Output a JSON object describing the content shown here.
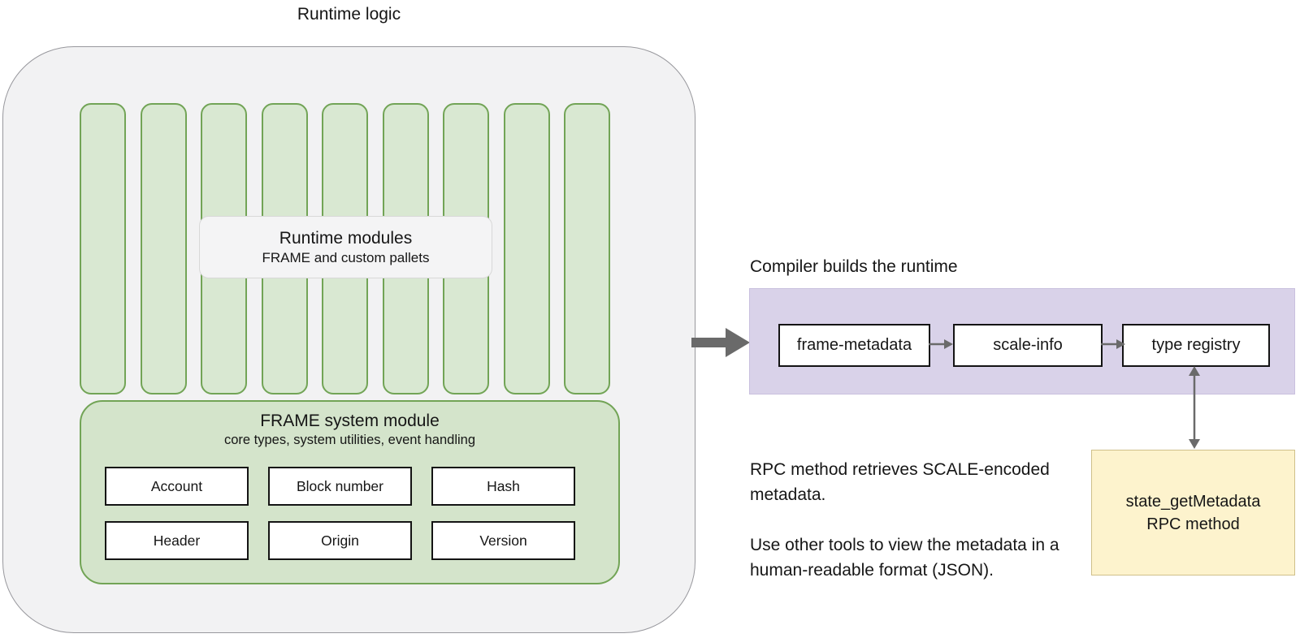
{
  "title": "Runtime logic",
  "left_panel": {
    "pallet_count": 9,
    "runtime_modules_label": {
      "title": "Runtime modules",
      "subtitle": "FRAME and custom pallets"
    },
    "frame_system_module": {
      "title": "FRAME system module",
      "subtitle": "core types, system utilities, event handling",
      "chips": [
        "Account",
        "Block number",
        "Hash",
        "Header",
        "Origin",
        "Version"
      ]
    }
  },
  "right_panel": {
    "compiler_label": "Compiler builds the runtime",
    "pipeline": [
      "frame-metadata",
      "scale-info",
      "type registry"
    ],
    "rpc_box": {
      "title": "state_getMetadata",
      "subtitle": "RPC method"
    },
    "notes": [
      "RPC method retrieves SCALE-encoded metadata.",
      "Use other tools to view the metadata in a human-readable format (JSON)."
    ]
  },
  "icons": {
    "flow_arrow": "right-arrow",
    "pipeline_arrow": "right-arrow",
    "rpc_link_arrow": "up-down-arrow"
  },
  "colors": {
    "green_fill": "#d9e8d2",
    "green_fill_deep": "#d4e4cb",
    "green_border": "#72a456",
    "gray_panel_fill": "#f2f2f3",
    "gray_panel_border": "#98989d",
    "label_fill": "#f4f4f5",
    "label_border": "#d8d8d8",
    "purple_fill": "#d9d2e9",
    "purple_border": "#c9c0de",
    "yellow_fill": "#fdf3cd",
    "yellow_border": "#cfc089",
    "chip_border": "#141414",
    "arrow_gray": "#6a6a6a",
    "text_color": "#161616"
  }
}
